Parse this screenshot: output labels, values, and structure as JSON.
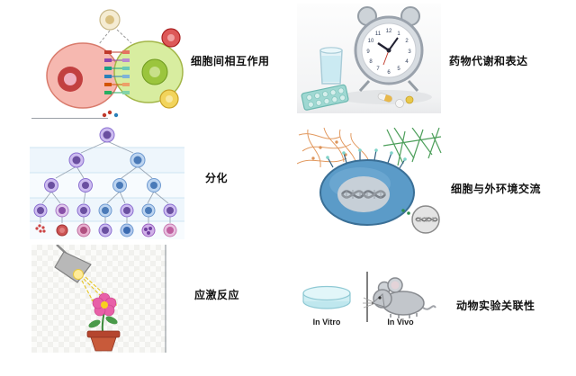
{
  "figure": {
    "panels": [
      {
        "key": "cell-interaction",
        "label": "细胞间相互作用"
      },
      {
        "key": "drug-metabolism",
        "label": "药物代谢和表达"
      },
      {
        "key": "differentiation",
        "label": "分化"
      },
      {
        "key": "cell-environment",
        "label": "细胞与外环境交流"
      },
      {
        "key": "stress-response",
        "label": "应激反应"
      },
      {
        "key": "animal-relevance",
        "label": "动物实验关联性"
      }
    ],
    "invitro_label": "In Vitro",
    "invivo_label": "In Vivo",
    "clock_numbers": [
      "12",
      "1",
      "2",
      "3",
      "4",
      "5",
      "6",
      "7",
      "8",
      "9",
      "10",
      "11"
    ],
    "colors": {
      "pink_cell": "#f6b8b0",
      "green_cell": "#d8eda0",
      "blue_cell": "#5b9bc8",
      "purple_progenitor": "#cdbcf0",
      "ecm_orange": "#dd8844",
      "ecm_green": "#2f8f3f",
      "teal_dish": "#bfe7ee",
      "mouse_gray": "#c2c6cb"
    }
  }
}
